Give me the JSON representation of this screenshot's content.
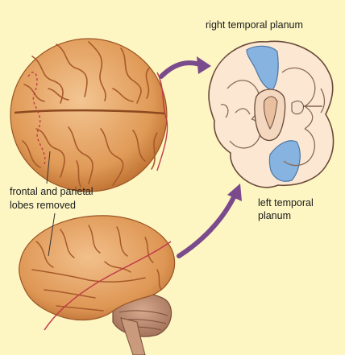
{
  "labels": {
    "right_temporal_planum": "right temporal planum",
    "frontal_parietal_line1": "frontal and parietal",
    "frontal_parietal_line2": "lobes removed",
    "left_temporal_planum_line1": "left temporal",
    "left_temporal_planum_line2": "planum"
  },
  "colors": {
    "background": "#fdf6c3",
    "brain_tan": "#e7a25f",
    "brain_light": "#f4c79a",
    "sulcus": "#a85a2a",
    "section_fill": "#fbe7d2",
    "planum_blue": "#86b3df",
    "arrow_purple": "#7a4a8c",
    "cut_line_red": "#c23a4a",
    "cerebellum": "#b98466"
  }
}
